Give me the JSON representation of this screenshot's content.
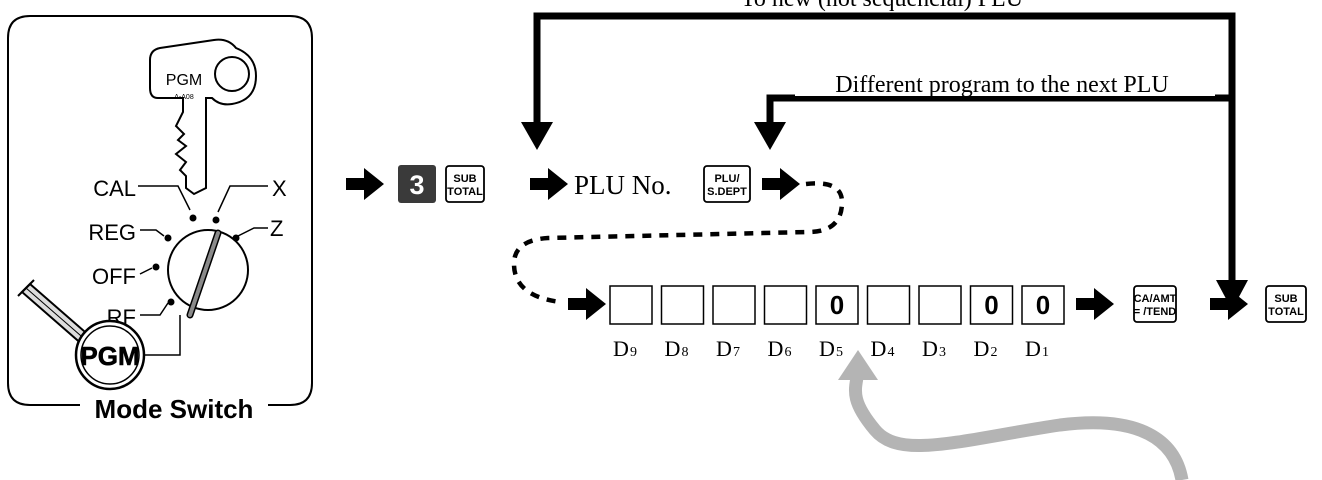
{
  "mode_switch": {
    "title": "Mode Switch",
    "key_label": "PGM",
    "key_code": "A-A08",
    "badge": "PGM",
    "positions": [
      "CAL",
      "REG",
      "OFF",
      "RF",
      "X",
      "Z"
    ]
  },
  "sequence": {
    "key_3": "3",
    "subtotal_key": [
      "SUB",
      "TOTAL"
    ],
    "plu_no_text": "PLU No.",
    "plu_key": [
      "PLU/",
      "S.DEPT"
    ],
    "ca_amt_key": [
      "CA/AMT",
      "= /TEND"
    ],
    "loop_top_label": "To new (not sequencial) PLU",
    "loop_mid_label": "Different program to the next PLU"
  },
  "digits": {
    "boxes": [
      "",
      "",
      "",
      "",
      "0",
      "",
      "",
      "0",
      "0"
    ],
    "labels": [
      {
        "main": "D",
        "sub": "9"
      },
      {
        "main": "D",
        "sub": "8"
      },
      {
        "main": "D",
        "sub": "7"
      },
      {
        "main": "D",
        "sub": "6"
      },
      {
        "main": "D",
        "sub": "5"
      },
      {
        "main": "D",
        "sub": "4"
      },
      {
        "main": "D",
        "sub": "3"
      },
      {
        "main": "D",
        "sub": "2"
      },
      {
        "main": "D",
        "sub": "1"
      }
    ]
  },
  "colors": {
    "ink": "#000000",
    "key3_bg": "#3a3a3a",
    "gray_arrow": "#b4b4b4",
    "lever": "#8a8a8a"
  }
}
